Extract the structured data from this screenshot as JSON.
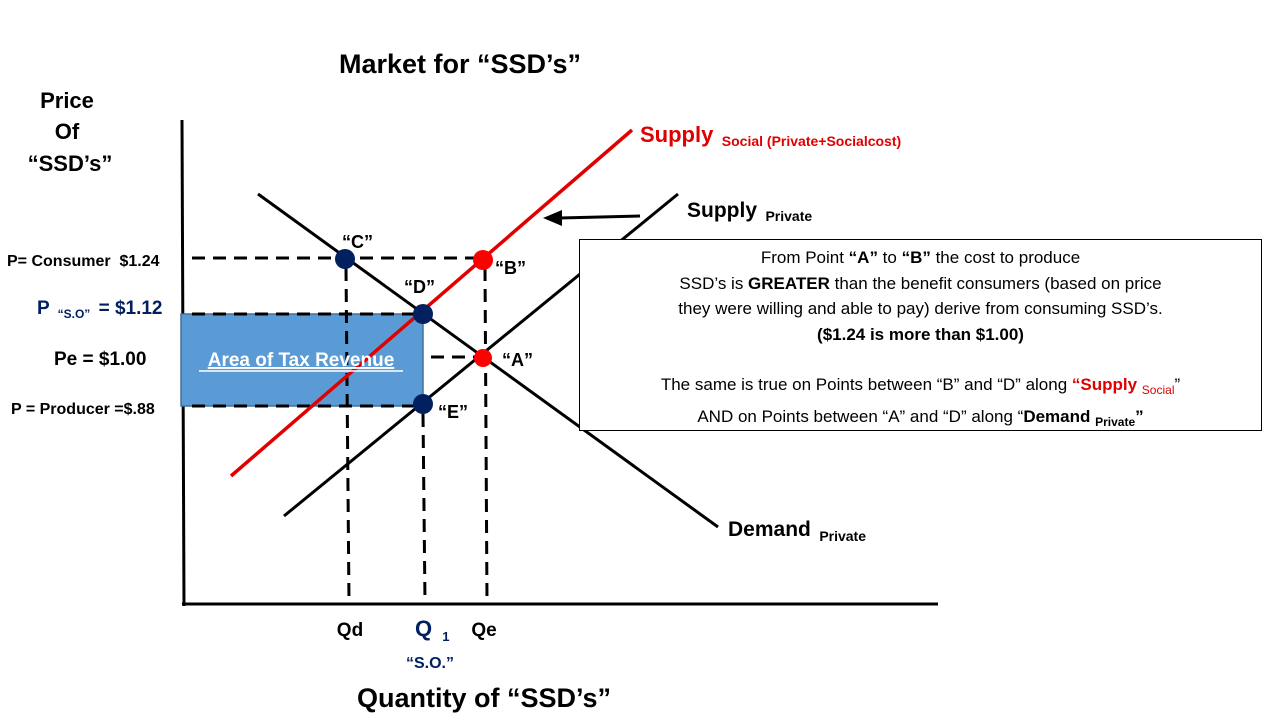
{
  "title": "Market for “SSD’s”",
  "y_axis_label": [
    "Price",
    "Of",
    "“SSD’s”"
  ],
  "x_axis_label": "Quantity of “SSD’s”",
  "price_labels": {
    "consumer": "P= Consumer  $1.24",
    "so_main": "P",
    "so_sub": "“S.O”",
    "so_value": "= $1.12",
    "equilibrium": "Pe = $1.00",
    "producer": "P = Producer =$.88"
  },
  "quantity_labels": {
    "qd": "Qd",
    "q1_main": "Q",
    "q1_sub": "1",
    "so": "“S.O.”",
    "qe": "Qe"
  },
  "curves": {
    "supply_social_main": "Supply",
    "supply_social_sub": "Social (Private+Socialcost)",
    "supply_private_main": "Supply",
    "supply_private_sub": "Private",
    "demand_main": "Demand",
    "demand_sub": "Private"
  },
  "points": {
    "a": "“A”",
    "b": "“B”",
    "c": "“C”",
    "d": "“D”",
    "e": "“E”"
  },
  "tax_area_label": "Area of Tax Revenue",
  "colors": {
    "social_supply": "#e00000",
    "navy": "#002060",
    "tax_fill": "#5b9bd5",
    "tax_border": "#41719c"
  },
  "note": {
    "line1_a": "From Point ",
    "line1_b": "“A”",
    "line1_c": " to ",
    "line1_d": "“B”",
    "line1_e": " the cost to produce",
    "line2_a": "SSD’s is ",
    "line2_b": "GREATER",
    "line2_c": " than the benefit consumers (based on price",
    "line3": "they were willing and able to pay) derive from consuming SSD’s.",
    "line4": "($1.24 is more than $1.00)",
    "line5_a": "The same is true on Points between “B” and “D” along ",
    "line5_b": "“Supply ",
    "line5_c": "Social",
    "line5_d": "”",
    "line6_a": "AND on Points between “A” and “D” along “",
    "line6_b": "Demand ",
    "line6_c": "Private",
    "line6_d": "”"
  }
}
